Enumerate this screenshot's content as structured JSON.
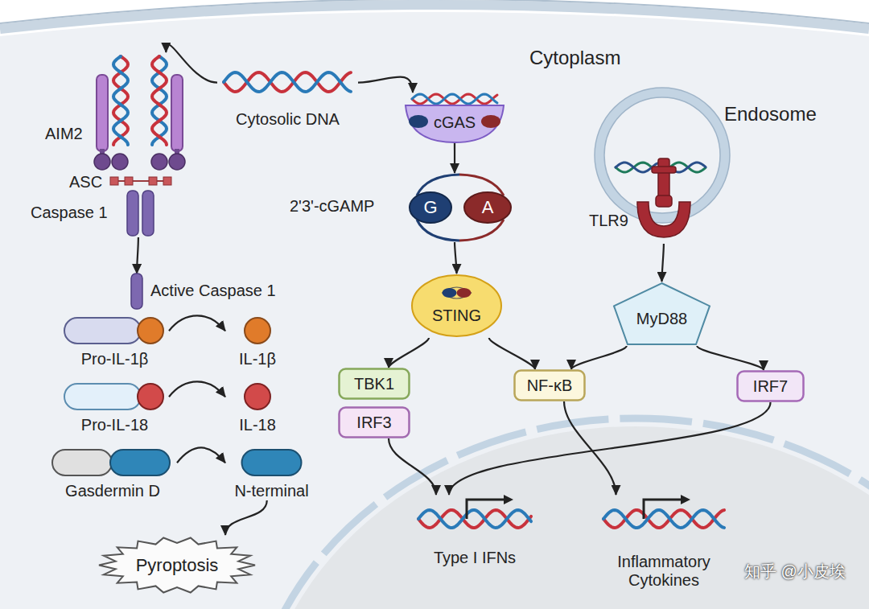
{
  "diagram": {
    "nodes": [
      {
        "text": [
          "Cytosolic DNA"
        ]
      },
      {
        "text": [
          "AIM2",
          "ASC",
          "Caspase 1"
        ]
      },
      {
        "text": [
          "Active Caspase 1"
        ]
      },
      {
        "text": [
          "Pro-IL-1β"
        ]
      },
      {
        "text": [
          "IL-1β"
        ]
      },
      {
        "text": [
          "Pro-IL-18"
        ]
      },
      {
        "text": [
          "IL-18"
        ]
      },
      {
        "text": [
          "Gasdermin D"
        ]
      },
      {
        "text": [
          "N-terminal"
        ]
      },
      {
        "text": [
          "Pyroptosis"
        ]
      },
      {
        "text": [
          "cGAS"
        ]
      },
      {
        "text": [
          "2'3'-cGAMP"
        ]
      },
      {
        "text": [
          "G"
        ],
        "in": 11
      },
      {
        "text": [
          "A"
        ],
        "in": 11
      },
      {
        "text": [
          "Endosome"
        ]
      },
      {
        "text": [
          "TLR9"
        ],
        "in": 14
      },
      {
        "text": [
          "STING"
        ]
      },
      {
        "text": [
          "MyD88"
        ]
      },
      {
        "text": [
          "TBK1"
        ]
      },
      {
        "text": [
          "IRF3"
        ]
      },
      {
        "text": [
          "NF-κB"
        ]
      },
      {
        "text": [
          "IRF7"
        ]
      },
      {
        "text": [
          "Type I IFNs"
        ]
      },
      {
        "text": [
          "Inflammatory Cytokines"
        ]
      }
    ],
    "edges": [
      {
        "from": 0,
        "to": 1,
        "arrow": "to"
      },
      {
        "from": 0,
        "to": 10,
        "arrow": "to"
      },
      {
        "from": 1,
        "to": 2,
        "arrow": "to"
      },
      {
        "from": 3,
        "to": 4,
        "arrow": "to"
      },
      {
        "from": 5,
        "to": 6,
        "arrow": "to"
      },
      {
        "from": 7,
        "to": 8,
        "arrow": "to"
      },
      {
        "from": 8,
        "to": 9,
        "arrow": "to"
      },
      {
        "from": 10,
        "to": 11,
        "arrow": "to"
      },
      {
        "from": 11,
        "to": 16,
        "arrow": "to"
      },
      {
        "from": 15,
        "to": 17,
        "arrow": "to"
      },
      {
        "from": 16,
        "to": 18,
        "arrow": "to"
      },
      {
        "from": 16,
        "to": 20,
        "arrow": "to"
      },
      {
        "from": 17,
        "to": 20,
        "arrow": "to"
      },
      {
        "from": 17,
        "to": 21,
        "arrow": "to"
      },
      {
        "from": 19,
        "to": 22,
        "arrow": "to"
      },
      {
        "from": 21,
        "to": 22,
        "arrow": "to"
      },
      {
        "from": 20,
        "to": 23,
        "arrow": "to"
      }
    ],
    "labels": [
      "Cytoplasm",
      "知乎 @小皮埃"
    ]
  }
}
